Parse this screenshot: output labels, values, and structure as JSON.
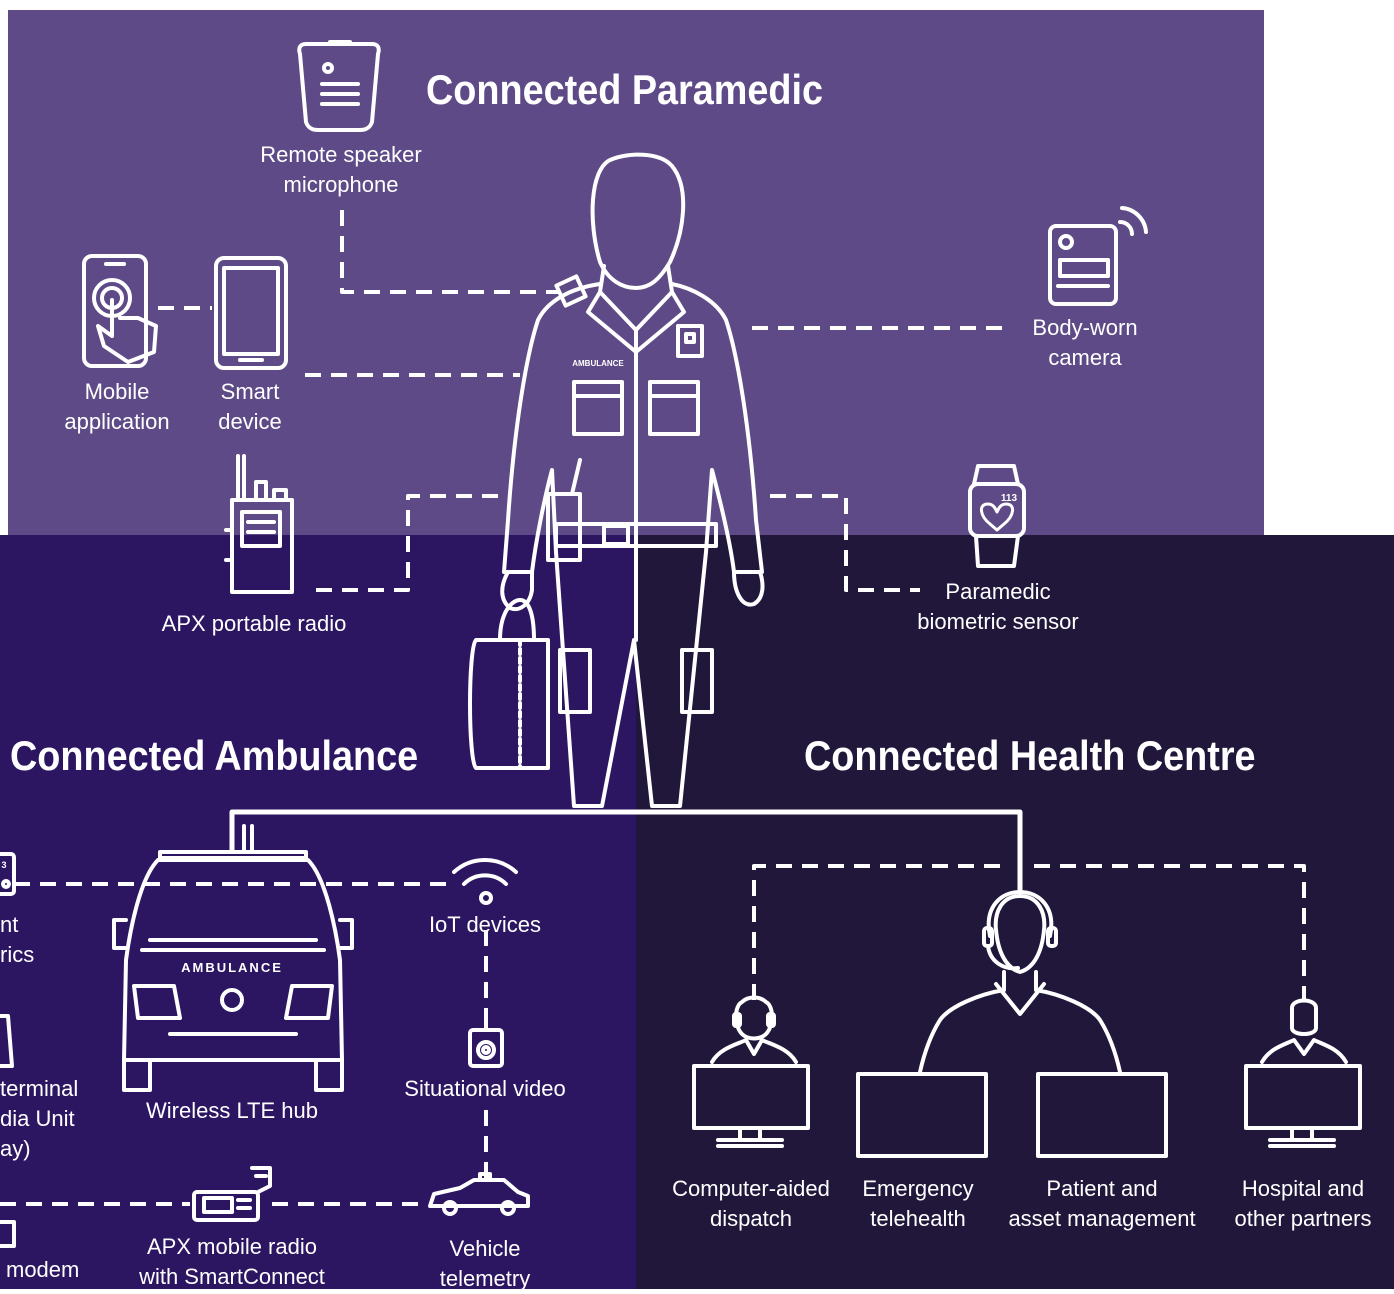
{
  "colors": {
    "paramedic_panel": "#5e4a86",
    "ambulance_panel": "#2c1662",
    "health_panel": "#21173b",
    "line": "#ffffff"
  },
  "sections": {
    "paramedic": "Connected Paramedic",
    "ambulance": "Connected Ambulance",
    "health_centre": "Connected Health Centre"
  },
  "paramedic_devices": {
    "remote_speaker": [
      "Remote speaker",
      "microphone"
    ],
    "mobile_app": [
      "Mobile",
      "application"
    ],
    "smart_device": [
      "Smart",
      "device"
    ],
    "body_camera": [
      "Body-worn",
      "camera"
    ],
    "portable_radio": [
      "APX portable radio"
    ],
    "biometric": [
      "Paramedic",
      "biometric sensor"
    ],
    "uniform_badge": "AMBULANCE",
    "watch_reading": "113"
  },
  "ambulance_devices": {
    "patient_metrics": [
      "nt",
      "rics"
    ],
    "terminal": [
      "terminal",
      "dia Unit",
      "ay)"
    ],
    "modem": [
      "modem"
    ],
    "lte_hub": [
      "Wireless LTE hub"
    ],
    "iot": [
      "IoT devices"
    ],
    "situational_video": [
      "Situational video"
    ],
    "mobile_radio": [
      "APX mobile radio",
      "with SmartConnect"
    ],
    "vehicle_telemetry": [
      "Vehicle",
      "telemetry"
    ],
    "vehicle_badge": "AMBULANCE",
    "side_reading": "3"
  },
  "health_centre": {
    "cad": [
      "Computer-aided",
      "dispatch"
    ],
    "telehealth": [
      "Emergency",
      "telehealth"
    ],
    "asset_mgmt": [
      "Patient and",
      "asset management"
    ],
    "partners": [
      "Hospital and",
      "other partners"
    ]
  },
  "icons": [
    "walkie-talkie-icon",
    "phone-touch-icon",
    "tablet-icon",
    "body-camera-icon",
    "handheld-radio-icon",
    "smartwatch-icon",
    "ambulance-icon",
    "wifi-icon",
    "camera-icon",
    "police-car-icon",
    "mobile-radio-icon",
    "headset-operator-icon",
    "monitor-icon",
    "person-icon"
  ]
}
